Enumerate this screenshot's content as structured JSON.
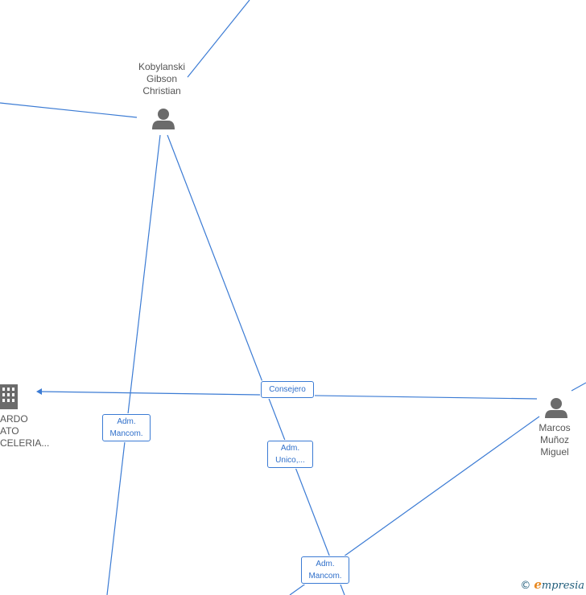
{
  "nodes": {
    "person_kobylanski": {
      "line1": "Kobylanski",
      "line2": "Gibson",
      "line3": "Christian"
    },
    "person_marcos": {
      "line1": "Marcos",
      "line2": "Muñoz",
      "line3": "Miguel"
    },
    "company": {
      "line1": "ARDO",
      "line2": "ATO",
      "line3": "CELERIA..."
    }
  },
  "edge_labels": {
    "consejero": "Consejero",
    "adm_mancom_1_l1": "Adm.",
    "adm_mancom_1_l2": "Mancom.",
    "adm_unico_l1": "Adm.",
    "adm_unico_l2": "Unico,...",
    "adm_mancom_2_l1": "Adm.",
    "adm_mancom_2_l2": "Mancom."
  },
  "brand": {
    "copyright": "©",
    "initial": "e",
    "rest": "mpresia"
  },
  "colors": {
    "edge": "#3b7bd4",
    "icon": "#6b6b6b",
    "label_text": "#2f6fca"
  }
}
